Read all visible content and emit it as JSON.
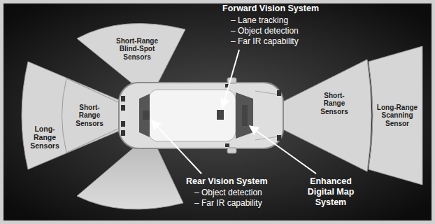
{
  "diagram": {
    "nodes": [
      {
        "text": [
          "Short-Range Blind-Spot Sensors"
        ]
      },
      {
        "text": [
          "Long-Range Sensors"
        ]
      },
      {
        "text": [
          "Short-Range Sensors"
        ]
      },
      {
        "text": [
          "Short-Range Sensors"
        ]
      },
      {
        "text": [
          "Long-Range Scanning Sensor"
        ]
      }
    ],
    "labels": [
      "Forward Vision System",
      "– Lane tracking",
      "– Object detection",
      "– Far IR capability",
      "Rear Vision System",
      "– Object detection",
      "– Far IR capability",
      "Enhanced Digital Map System"
    ]
  }
}
